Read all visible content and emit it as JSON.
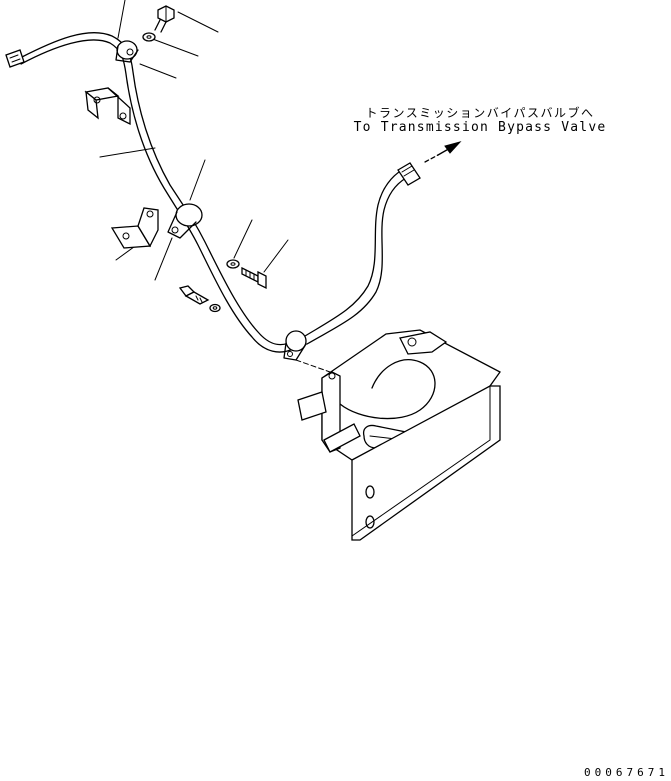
{
  "callout": {
    "japanese": "トランスミッションバイパスバルブへ",
    "english": "To Transmission Bypass Valve"
  },
  "drawing_number": "00067671"
}
